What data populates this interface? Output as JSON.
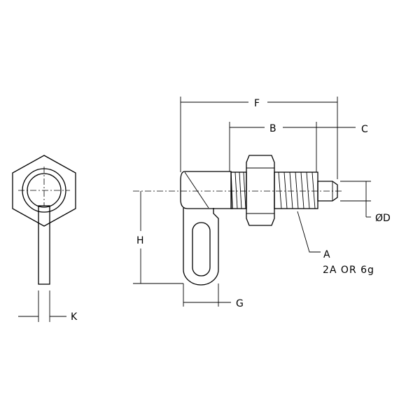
{
  "labels": {
    "F": "F",
    "B": "B",
    "C": "C",
    "D": "ØD",
    "H": "H",
    "G": "G",
    "K": "K",
    "A": "A",
    "thread_class": "2A OR 6g"
  },
  "colors": {
    "line": "#000000",
    "background": "#ffffff"
  }
}
